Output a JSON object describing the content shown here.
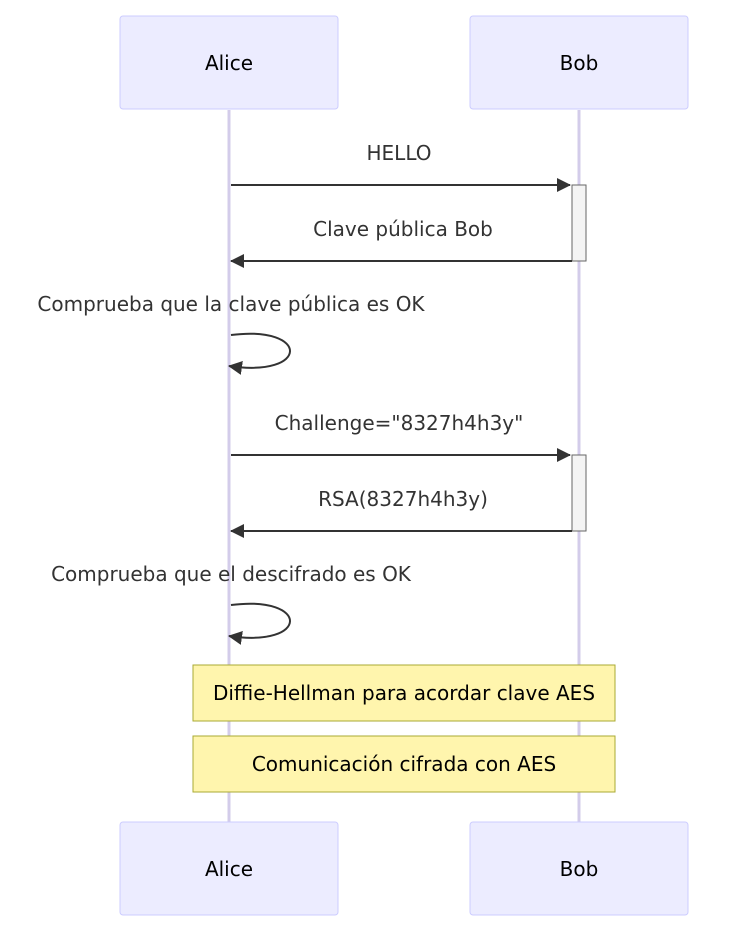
{
  "participants": [
    {
      "id": "alice",
      "label": "Alice"
    },
    {
      "id": "bob",
      "label": "Bob"
    }
  ],
  "messages": [
    {
      "from": "alice",
      "to": "bob",
      "label": "HELLO"
    },
    {
      "from": "bob",
      "to": "alice",
      "label": "Clave pública Bob"
    },
    {
      "from": "alice",
      "to": "alice",
      "label": "Comprueba que la clave pública es OK"
    },
    {
      "from": "alice",
      "to": "bob",
      "label": "Challenge=\"8327h4h3y\""
    },
    {
      "from": "bob",
      "to": "alice",
      "label": "RSA(8327h4h3y)"
    },
    {
      "from": "alice",
      "to": "alice",
      "label": "Comprueba que el descifrado es OK"
    }
  ],
  "notes": [
    {
      "over": [
        "alice",
        "bob"
      ],
      "label": "Diffie-Hellman para acordar clave AES"
    },
    {
      "over": [
        "alice",
        "bob"
      ],
      "label": "Comunicación cifrada con AES"
    }
  ],
  "colors": {
    "participant_fill": "#ECECFF",
    "participant_stroke": "#CCCCFF",
    "lifeline": "#D3CCEA",
    "message": "#333333",
    "note_fill": "#FFF5AD",
    "note_stroke": "#AAAA33"
  }
}
